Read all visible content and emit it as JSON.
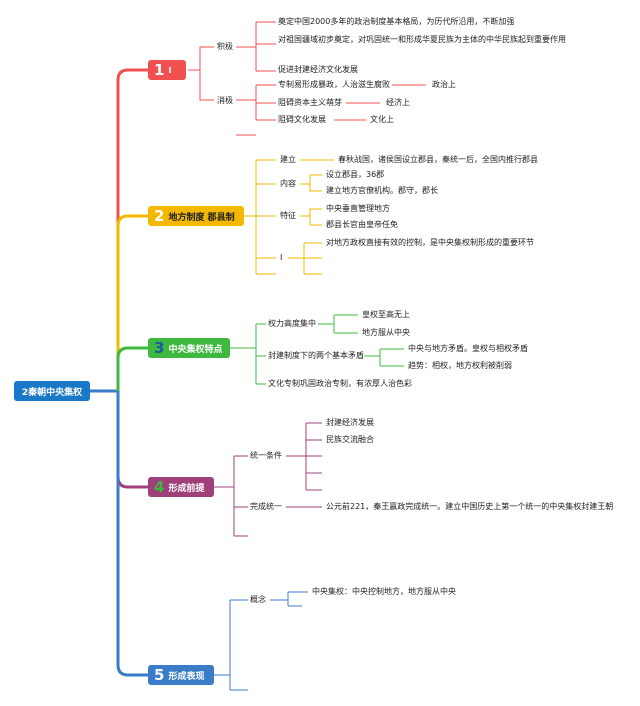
{
  "root": "2秦朝中央集权",
  "n1": {
    "num": "1",
    "label": "I"
  },
  "n1_pos": "积极",
  "n1_pos_items": [
    "奠定中国2000多年的政治制度基本格局，为历代所沿用，不断加强",
    "对祖国疆域初步奠定，对巩固统一和形成华夏民族为主体的中华民族起到重要作用",
    "促进封建经济文化发展"
  ],
  "n1_neg": "消极",
  "n1_neg_items": [
    "专制易形成暴政，人治滋生腐败",
    "阻碍资本主义萌芽",
    "阻碍文化发展"
  ],
  "n1_neg_tags": [
    "政治上",
    "经济上",
    "文化上"
  ],
  "n2": {
    "num": "2",
    "label": "地方制度 郡县制"
  },
  "n2_build": "建立",
  "n2_build_text": "春秋战国，诸侯国设立郡县，秦统一后，全国内推行郡县",
  "n2_content": "内容",
  "n2_content_items": [
    "设立郡县，36郡",
    "建立地方官僚机构。郡守，郡长"
  ],
  "n2_feature": "特征",
  "n2_feature_items": [
    "中央垂直管理地方",
    "郡县长官由皇帝任免"
  ],
  "n2_i": "I",
  "n2_i_text": "对地方政权直接有效的控制，是中央集权制形成的重要环节",
  "n3": {
    "num": "3",
    "label": "中央集权特点"
  },
  "n3_power": "权力高度集中",
  "n3_power_items": [
    "皇权至高无上",
    "地方服从中央"
  ],
  "n3_contra": "封建制度下的两个基本矛盾",
  "n3_contra_items": [
    "中央与地方矛盾。皇权与相权矛盾",
    "趋势：相权，地方权利被削弱"
  ],
  "n3_culture": "文化专制巩固政治专制，有浓厚人治色彩",
  "n4": {
    "num": "4",
    "label": "形成前提"
  },
  "n4_cond": "统一条件",
  "n4_cond_items": [
    "封建经济发展",
    "民族交流融合"
  ],
  "n4_done": "完成统一",
  "n4_done_text": "公元前221，秦王嬴政完成统一。建立中国历史上第一个统一的中央集权封建王朝",
  "n5": {
    "num": "5",
    "label": "形成表现"
  },
  "n5_concept": "概念",
  "n5_concept_text": "中央集权：中央控制地方，地方服从中央",
  "colors": {
    "root": "#1a78c8",
    "n1": "#f05050",
    "n2": "#f5b800",
    "n3": "#3fb83f",
    "n4": "#a0407a",
    "n5": "#3a7cc8"
  }
}
